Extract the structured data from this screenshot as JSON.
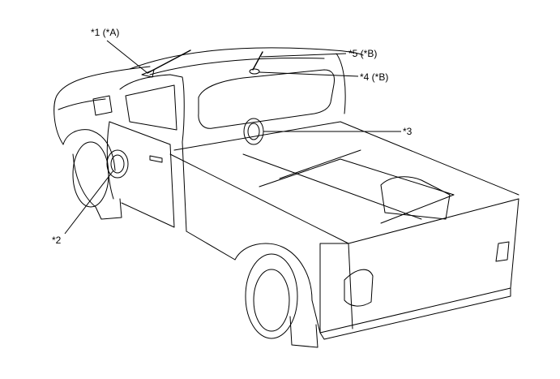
{
  "callouts": {
    "c1": "*1 (*A)",
    "c2": "*2",
    "c3": "*3",
    "c4": "*4 (*B)",
    "c5": "*5 (*B)"
  }
}
